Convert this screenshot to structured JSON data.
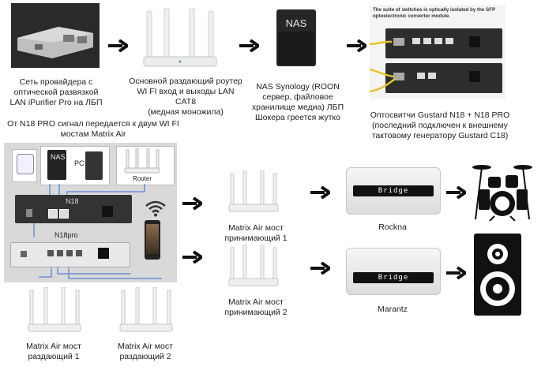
{
  "captions": {
    "provider": "Сеть провайдера с\nоптической развязкой\nLAN iPurifier Pro на ЛБП",
    "main_router": "Основной раздающий роутер\nWI FI вход и выходы LAN CAT8\n(медная моножила)",
    "nas": "NAS Synology (ROON\nсервер, файловое\nхранилище медиа) ЛБП\nШокера греется жутко",
    "switches": "Оптосвитчи Gustard N18 + N18 PRO\n(последний подключен к внешнему\nтактовому генератору Gustard C18)",
    "n18_signal": "От N18 PRO сигнал передается к двум WI FI\nмостам Matrix Air",
    "bridge1": "Matrix Air мост\nпринимающий  1",
    "bridge2": "Matrix Air мост\nпринимающий 2",
    "rockna": "Rockna",
    "marantz": "Marantz",
    "dist1": "Matrix Air мост\nраздающий 1",
    "dist2": "Matrix Air мост\nраздающий 2"
  },
  "switch_photo_note": "The suite of switches is optically isolated by the SFP\noptoelectronic converter module.",
  "panel": {
    "nas_label": "NAS",
    "pc_label": "PC",
    "router_label": "Router",
    "n18_label": "N18",
    "n18pro_label": "N18pro"
  },
  "bridge_label": "Bridge",
  "nas_device_label": "NAS",
  "colors": {
    "panel_bg": "#d9d9d9",
    "cable": "#6b8fd6",
    "arrow": "#111111"
  },
  "icons": [
    "arrow-icon",
    "wifi-icon",
    "drums-icon",
    "speaker-icon",
    "router-icon"
  ]
}
